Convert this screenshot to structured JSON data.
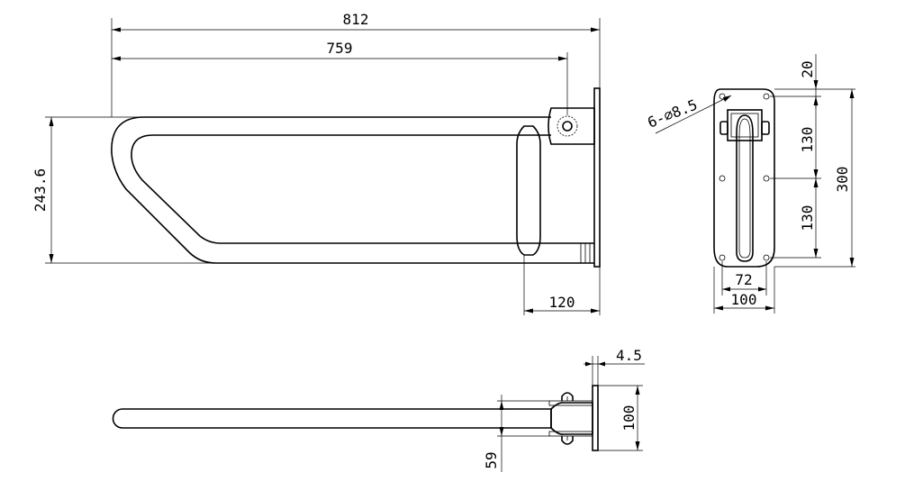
{
  "dimensions": {
    "overall_length": "812",
    "bar_length": "759",
    "height": "243.6",
    "plate_offset": "120",
    "hole_spec": "6-⌀8.5",
    "top_margin": "20",
    "hole_spacing_upper": "130",
    "hole_spacing_lower": "130",
    "plate_height": "300",
    "hole_width": "72",
    "plate_width": "100",
    "plate_thickness": "4.5",
    "side_plate_height": "100",
    "tube_offset": "59"
  }
}
